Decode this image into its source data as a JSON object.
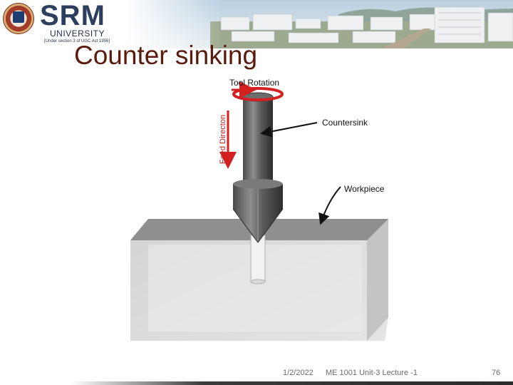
{
  "header": {
    "logo_text": "SRM",
    "university": "UNIVERSITY",
    "subtitle": "[Under section 3 of UGC Act 1956]"
  },
  "slide": {
    "title": "Counter sinking"
  },
  "figure": {
    "labels": {
      "tool_rotation": "Tool Rotation",
      "feed_direction": "Feed Directon",
      "countersink": "Countersink",
      "workpiece": "Workpiece"
    }
  },
  "footer": {
    "date": "1/2/2022",
    "course": "ME 1001 Unit-3 Lecture -1",
    "page": "76"
  },
  "colors": {
    "title": "#5a1a0c",
    "arrow_red": "#d42020",
    "logo_navy": "#2c3f5e"
  }
}
